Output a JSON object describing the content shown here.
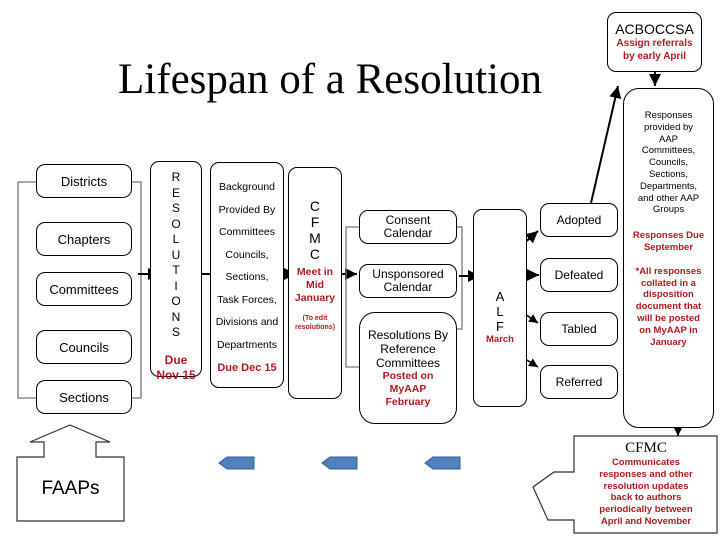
{
  "title": "Lifespan of a Resolution",
  "sources": {
    "items": [
      "Districts",
      "Chapters",
      "Committees",
      "Councils",
      "Sections"
    ]
  },
  "faaps": {
    "label": "FAAPs"
  },
  "resolutions": {
    "letters": [
      "R",
      "E",
      "S",
      "O",
      "L",
      "U",
      "T",
      "I",
      "O",
      "N",
      "S"
    ],
    "due": [
      "Due",
      "Nov 15"
    ]
  },
  "background": {
    "lines": [
      "Background",
      "Provided By",
      "Committees",
      "Councils,",
      "Sections,",
      "Task Forces,",
      "Divisions and",
      "Departments"
    ],
    "due": "Due Dec 15"
  },
  "cfmc_meet": {
    "letters": [
      "C",
      "F",
      "M",
      "C"
    ],
    "note": [
      "Meet in",
      "Mid",
      "January"
    ],
    "sub": [
      "(To edit",
      "resolutions)"
    ]
  },
  "calendars": {
    "consent": [
      "Consent",
      "Calendar"
    ],
    "unsponsored": [
      "Unsponsored",
      "Calendar"
    ],
    "reference": [
      "Resolutions By",
      "Reference",
      "Committees"
    ],
    "reference_note": [
      "Posted on",
      "MyAAP",
      "February"
    ]
  },
  "alf": {
    "letters": [
      "A",
      "L",
      "F"
    ],
    "month": "March"
  },
  "outcomes": [
    "Adopted",
    "Defeated",
    "Tabled",
    "Referred"
  ],
  "acboccsa": {
    "title": "ACBOCCSA",
    "note": [
      "Assign referrals",
      "by early April"
    ]
  },
  "responses": {
    "lines": [
      "Responses",
      "provided by",
      "AAP",
      "Committees,",
      "Councils,",
      "Sections,",
      "Departments,",
      "and other AAP",
      "Groups"
    ],
    "due": [
      "Responses Due",
      "September"
    ],
    "note": [
      "*All responses",
      "collated in a",
      "disposition",
      "document that",
      "will be posted",
      "on MyAAP in",
      "January"
    ]
  },
  "cfmc_comm": {
    "title": "CFMC",
    "note": [
      "Communicates",
      "responses and other",
      "resolution updates",
      "back to authors",
      "periodically between",
      "April and November"
    ]
  },
  "colors": {
    "accent_red": "#b01a1e",
    "arrow_blue": "#4f81bd"
  }
}
